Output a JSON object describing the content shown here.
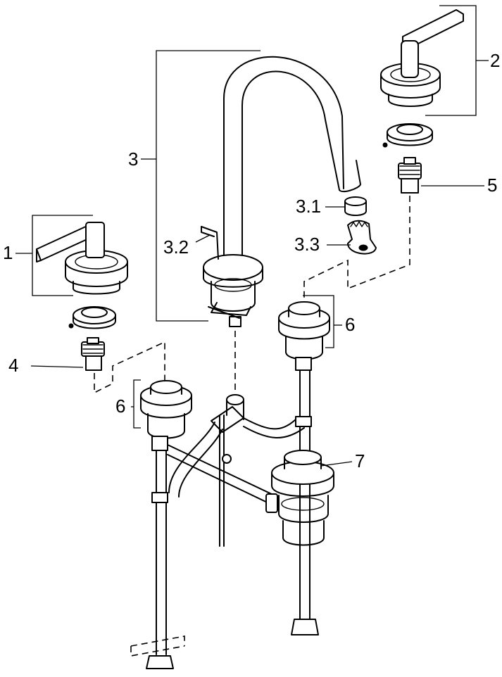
{
  "callouts": {
    "c1": "1",
    "c2": "2",
    "c3": "3",
    "c3_1": "3.1",
    "c3_2": "3.2",
    "c3_3": "3.3",
    "c4": "4",
    "c5": "5",
    "c6_left": "6",
    "c6_right": "6",
    "c7": "7"
  },
  "parts": [
    "left-handle",
    "right-handle",
    "spout-assembly",
    "aerator",
    "lift-rod",
    "aerator-key",
    "left-cartridge",
    "right-cartridge",
    "valve-body-left",
    "valve-body-right",
    "pop-up-waste"
  ]
}
